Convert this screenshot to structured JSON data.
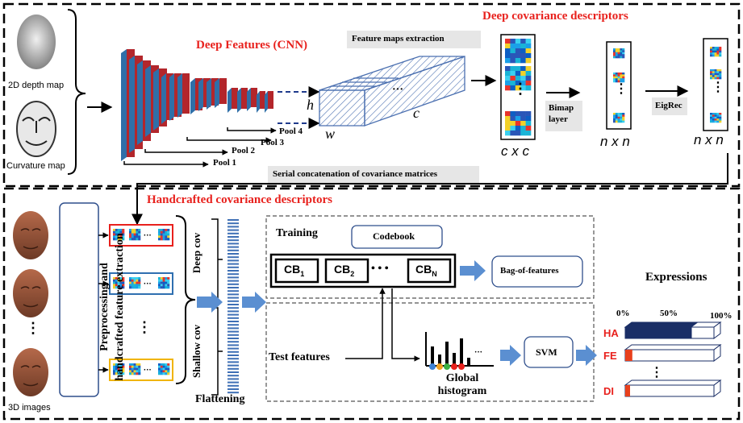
{
  "inputs": {
    "depth_label": "2D depth map",
    "curvature_label": "Curvature map",
    "images_label": "3D images"
  },
  "cnn": {
    "title": "Deep Features (CNN)",
    "pools": [
      "Pool 1",
      "Pool 2",
      "Pool 3",
      "Pool 4"
    ],
    "feature_maps_label": "Feature maps extraction",
    "h": "h",
    "w": "w",
    "c": "c",
    "ellipsis": "···"
  },
  "deep_cov": {
    "title": "Deep covariance descriptors",
    "dim_ccc": "c x c",
    "dim_nxn_1": "n x n",
    "dim_nxn_2": "n x n",
    "bimap_label": "Bimap\nlayer",
    "eigrec_label": "EigRec",
    "serial_label": "Serial concatenation of covariance matrices",
    "vdots": "⋮"
  },
  "handcrafted": {
    "title": "Handcrafted covariance descriptors",
    "preprocessing_label": "Preprocessing and\nhandcrafted feature extraction",
    "deep_cov_label": "Deep cov",
    "shallow_cov_label": "Shallow cov",
    "flattening_label": "Flattening",
    "vdots": "⋮",
    "row_ellipsis": "···"
  },
  "training": {
    "title": "Training",
    "codebook_label": "Codebook",
    "cb1": "CB",
    "cb1_sub": "1",
    "cb2": "CB",
    "cb2_sub": "2",
    "cbn": "CB",
    "cbn_sub": "N",
    "dots": "• • •",
    "bof_label": "Bag-of-features"
  },
  "test": {
    "test_features_label": "Test features",
    "global_hist_label": "Global\nhistogram",
    "svm_label": "SVM",
    "hist_ellipsis": "···"
  },
  "expressions": {
    "title": "Expressions",
    "ticks": [
      "0%",
      "50%",
      "100%"
    ],
    "classes": [
      {
        "name": "HA",
        "value": 0.75
      },
      {
        "name": "FE",
        "value": 0.08
      },
      {
        "name": "DI",
        "value": 0.03
      }
    ],
    "vdots": "⋮",
    "colors": {
      "bar_fill": "#1a2e66",
      "bar_small": "#e8401c",
      "label": "#e8211d"
    }
  }
}
